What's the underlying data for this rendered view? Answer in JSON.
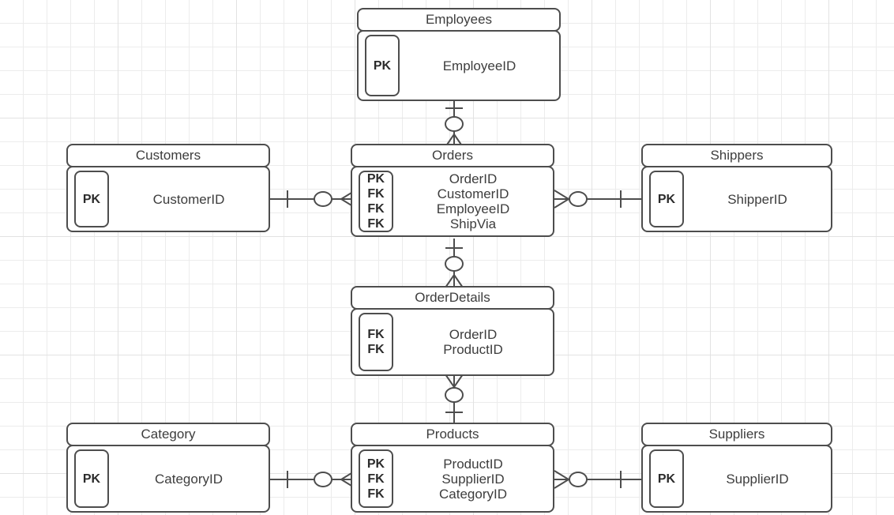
{
  "diagram": {
    "type": "entity-relationship-diagram",
    "notation": "crow's foot",
    "background": "#ffffff",
    "grid_color": "#ececec",
    "border_color": "#4d4d4d",
    "text_color": "#3d3d3d"
  },
  "entities": [
    {
      "id": "employees",
      "name": "Employees",
      "keys": [
        "PK"
      ],
      "attributes": [
        "EmployeeID"
      ]
    },
    {
      "id": "customers",
      "name": "Customers",
      "keys": [
        "PK"
      ],
      "attributes": [
        "CustomerID"
      ]
    },
    {
      "id": "orders",
      "name": "Orders",
      "keys": [
        "PK",
        "FK",
        "FK",
        "FK"
      ],
      "attributes": [
        "OrderID",
        "CustomerID",
        "EmployeeID",
        "ShipVia"
      ]
    },
    {
      "id": "shippers",
      "name": "Shippers",
      "keys": [
        "PK"
      ],
      "attributes": [
        "ShipperID"
      ]
    },
    {
      "id": "orderdetails",
      "name": "OrderDetails",
      "keys": [
        "FK",
        "FK"
      ],
      "attributes": [
        "OrderID",
        "ProductID"
      ]
    },
    {
      "id": "category",
      "name": "Category",
      "keys": [
        "PK"
      ],
      "attributes": [
        "CategoryID"
      ]
    },
    {
      "id": "products",
      "name": "Products",
      "keys": [
        "PK",
        "FK",
        "FK"
      ],
      "attributes": [
        "ProductID",
        "SupplierID",
        "CategoryID"
      ]
    },
    {
      "id": "suppliers",
      "name": "Suppliers",
      "keys": [
        "PK"
      ],
      "attributes": [
        "SupplierID"
      ]
    }
  ],
  "relationships": [
    {
      "id": "employees-orders",
      "from": "Employees",
      "to": "Orders",
      "from_cardinality": "one",
      "to_cardinality": "zero-or-many"
    },
    {
      "id": "customers-orders",
      "from": "Customers",
      "to": "Orders",
      "from_cardinality": "one",
      "to_cardinality": "zero-or-many"
    },
    {
      "id": "orders-shippers",
      "from": "Orders",
      "to": "Shippers",
      "from_cardinality": "zero-or-many",
      "to_cardinality": "one"
    },
    {
      "id": "orders-orderdetails",
      "from": "Orders",
      "to": "OrderDetails",
      "from_cardinality": "one",
      "to_cardinality": "zero-or-many"
    },
    {
      "id": "orderdetails-products",
      "from": "OrderDetails",
      "to": "Products",
      "from_cardinality": "zero-or-many",
      "to_cardinality": "one"
    },
    {
      "id": "category-products",
      "from": "Category",
      "to": "Products",
      "from_cardinality": "one",
      "to_cardinality": "zero-or-many"
    },
    {
      "id": "products-suppliers",
      "from": "Products",
      "to": "Suppliers",
      "from_cardinality": "zero-or-many",
      "to_cardinality": "one"
    }
  ]
}
